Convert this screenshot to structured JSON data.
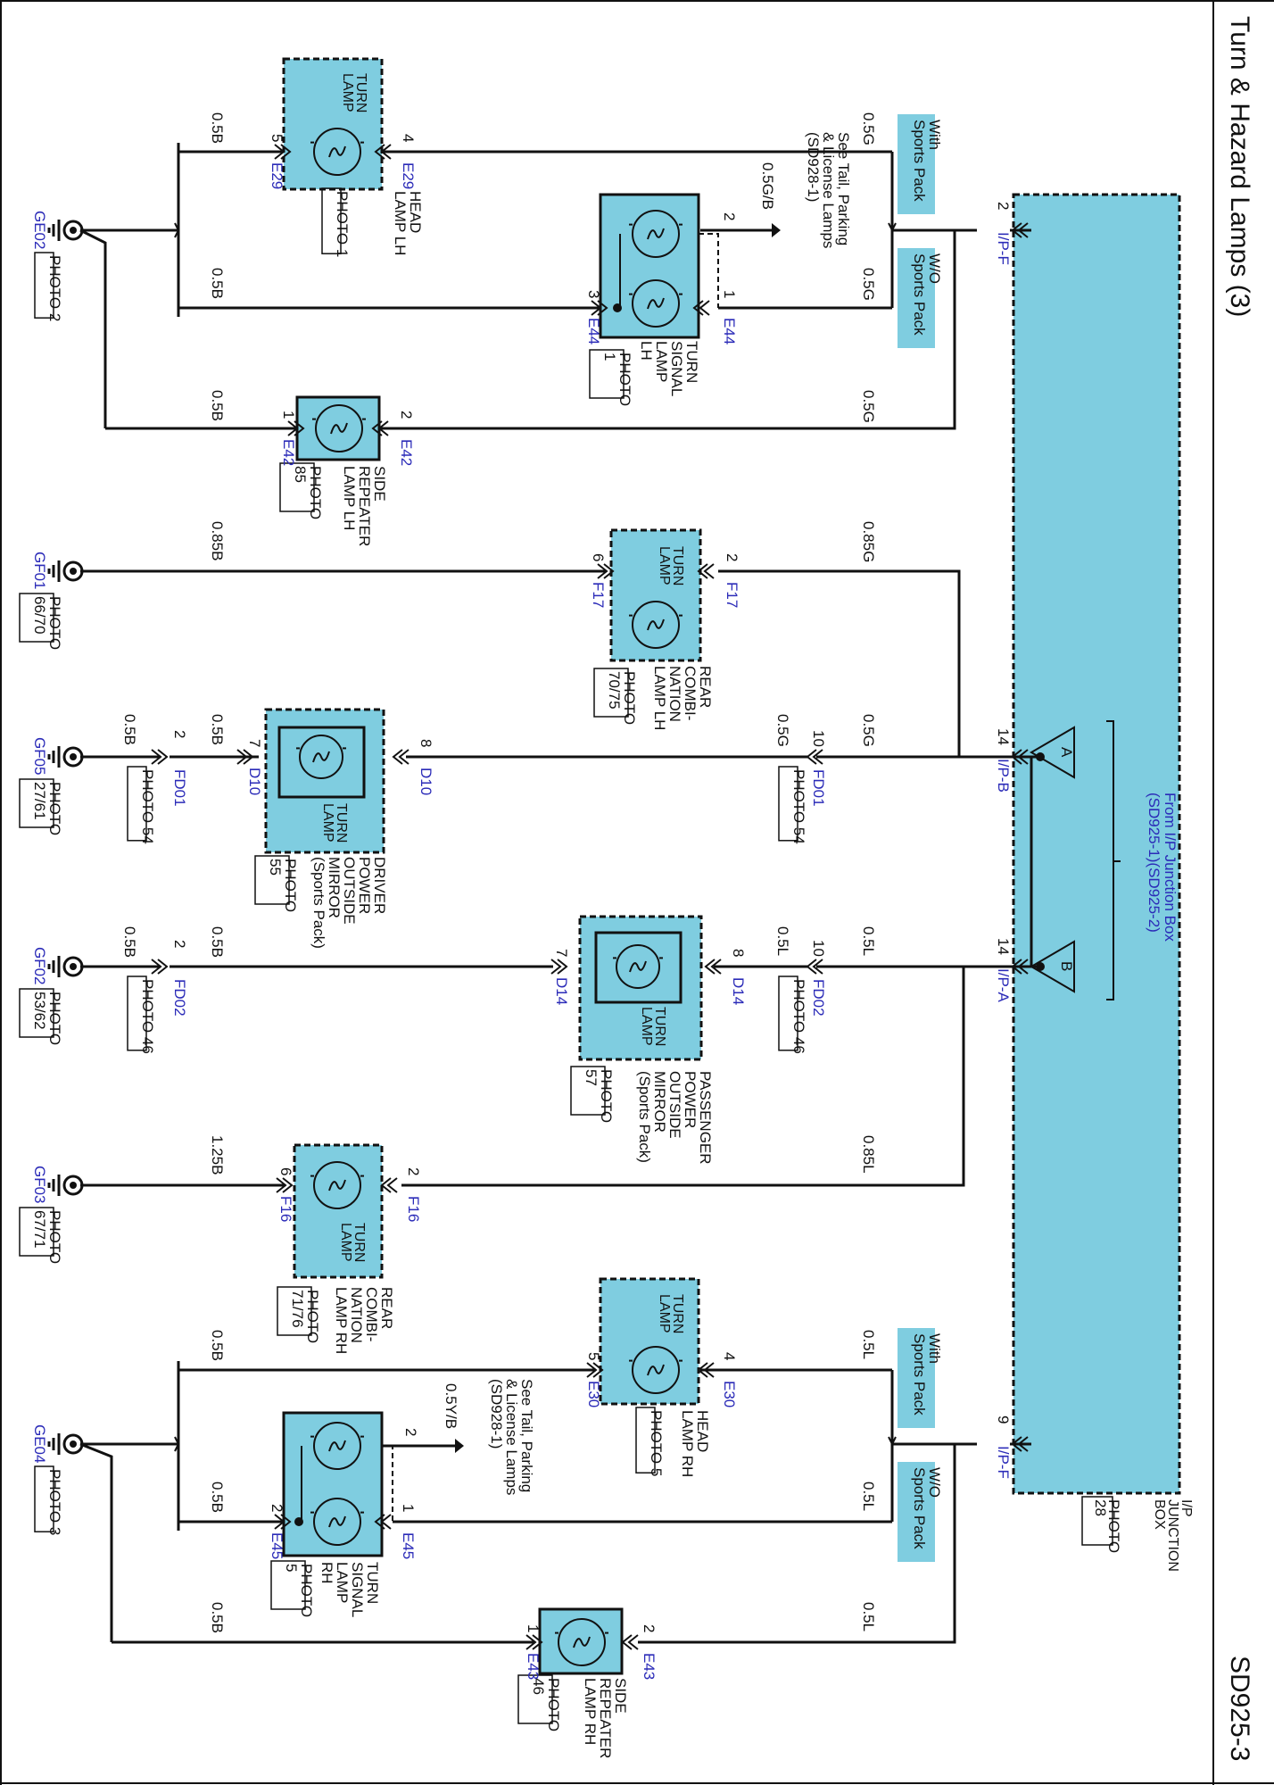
{
  "title": "Turn & Hazard Lamps (3)",
  "page_code": "SD925-3",
  "junction_box": {
    "name": [
      "I/P",
      "JUNCTION",
      "BOX"
    ],
    "photo": [
      "PHOTO",
      "28"
    ],
    "source_note": [
      "From I/P Junction Box",
      "(SD925-1)(SD925-2)"
    ],
    "markers": [
      "A",
      "B"
    ]
  },
  "pins": {
    "ipf_top": {
      "pin": "2",
      "conn": "I/P-F"
    },
    "ipb": {
      "pin": "14",
      "conn": "I/P-B"
    },
    "ipa": {
      "pin": "14",
      "conn": "I/P-A"
    },
    "ipf_bot": {
      "pin": "9",
      "conn": "I/P-F"
    }
  },
  "options": {
    "with_sports": [
      "With",
      "Sports Pack"
    ],
    "wo_sports": [
      "W/O",
      "Sports Pack"
    ]
  },
  "references": {
    "tail_lh": [
      "See Tail, Parking",
      "& License Lamps",
      "(SD928-1)"
    ],
    "tail_rh": [
      "See Tail, Parking",
      "& License Lamps",
      "(SD928-1)"
    ]
  },
  "wires": {
    "w1": "0.5G",
    "w2": "0.5B",
    "w3": "0.5G/B",
    "w4": "0.5G",
    "w5": "0.5B",
    "w6": "0.5G",
    "w7": "0.5B",
    "w8": "0.85G",
    "w9": "0.85B",
    "w10": "0.5G",
    "w11": "0.5G",
    "w12": "0.5B",
    "w13": "0.5B",
    "w14": "0.5L",
    "w15": "0.5L",
    "w16": "0.5B",
    "w17": "0.5B",
    "w18": "0.85L",
    "w19": "1.25B",
    "w20": "0.5L",
    "w21": "0.5B",
    "w22": "0.5Y/B",
    "w23": "0.5L",
    "w24": "0.5B",
    "w25": "0.5L",
    "w26": "0.5B"
  },
  "components": {
    "head_lh": {
      "name": [
        "TURN",
        "LAMP"
      ],
      "desc": [
        "HEAD",
        "LAMP LH"
      ],
      "photo": [
        "PHOTO 1"
      ],
      "conn_in": "E29",
      "pin_in": "4",
      "conn_out": "E29",
      "pin_out": "5"
    },
    "signal_lh": {
      "name": [
        "TURN",
        "SIGNAL",
        "LAMP",
        "LH"
      ],
      "photo": [
        "PHOTO",
        "1"
      ],
      "conn_in": "E44",
      "pin_in": "1",
      "pin_tail": "2",
      "conn_out": "E44",
      "pin_out": "3"
    },
    "side_lh": {
      "name": [
        "SIDE",
        "REPEATER",
        "LAMP LH"
      ],
      "photo": [
        "PHOTO",
        "85"
      ],
      "conn_in": "E42",
      "pin_in": "2",
      "conn_out": "E42",
      "pin_out": "1"
    },
    "rear_lh": {
      "name": [
        "TURN",
        "LAMP"
      ],
      "desc": [
        "REAR",
        "COMBI-",
        "NATION",
        "LAMP LH"
      ],
      "photo": [
        "PHOTO",
        "70/75"
      ],
      "conn_in": "F17",
      "pin_in": "2",
      "conn_out": "F17",
      "pin_out": "6"
    },
    "mirror_drv": {
      "name": [
        "TURN",
        "LAMP"
      ],
      "desc": [
        "DRIVER",
        "POWER",
        "OUTSIDE",
        "MIRROR",
        "(Sports Pack)"
      ],
      "photo": [
        "PHOTO",
        "55"
      ],
      "conn_in": "D10",
      "pin_in": "8",
      "conn_out": "D10",
      "pin_out": "7"
    },
    "fd01_in": {
      "conn": "FD01",
      "pin": "10",
      "photo": "PHOTO 54"
    },
    "fd01_out": {
      "conn": "FD01",
      "pin": "2",
      "photo": "PHOTO 54"
    },
    "mirror_pass": {
      "name": [
        "TURN",
        "LAMP"
      ],
      "desc": [
        "PASSENGER",
        "POWER",
        "OUTSIDE",
        "MIRROR",
        "(Sports Pack)"
      ],
      "photo": [
        "PHOTO",
        "57"
      ],
      "conn_in": "D14",
      "pin_in": "8",
      "conn_out": "D14",
      "pin_out": "7"
    },
    "fd02_in": {
      "conn": "FD02",
      "pin": "10",
      "photo": "PHOTO 46"
    },
    "fd02_out": {
      "conn": "FD02",
      "pin": "2",
      "photo": "PHOTO 46"
    },
    "rear_rh": {
      "name": [
        "TURN",
        "LAMP"
      ],
      "desc": [
        "REAR",
        "COMBI-",
        "NATION",
        "LAMP RH"
      ],
      "photo": [
        "PHOTO",
        "71/76"
      ],
      "conn_in": "F16",
      "pin_in": "2",
      "conn_out": "F16",
      "pin_out": "6"
    },
    "head_rh": {
      "name": [
        "TURN",
        "LAMP"
      ],
      "desc": [
        "HEAD",
        "LAMP RH"
      ],
      "photo": [
        "PHOTO 5"
      ],
      "conn_in": "E30",
      "pin_in": "4",
      "conn_out": "E30",
      "pin_out": "5"
    },
    "signal_rh": {
      "name": [
        "TURN",
        "SIGNAL",
        "LAMP",
        "RH"
      ],
      "photo": [
        "PHOTO",
        "5"
      ],
      "conn_in": "E45",
      "pin_in": "1",
      "pin_tail": "2",
      "conn_out": "E45",
      "pin_out": "2"
    },
    "side_rh": {
      "name": [
        "SIDE",
        "REPEATER",
        "LAMP RH"
      ],
      "photo": [
        "PHOTO",
        "46"
      ],
      "conn_in": "E43",
      "pin_in": "2",
      "conn_out": "E43",
      "pin_out": "1"
    }
  },
  "grounds": {
    "ge02": {
      "name": "GE02",
      "photo": [
        "PHOTO 2"
      ]
    },
    "gf01": {
      "name": "GF01",
      "photo": [
        "PHOTO",
        "66/70"
      ]
    },
    "gf05": {
      "name": "GF05",
      "photo": [
        "PHOTO",
        "27/61"
      ]
    },
    "gf02": {
      "name": "GF02",
      "photo": [
        "PHOTO",
        "53/62"
      ]
    },
    "gf03": {
      "name": "GF03",
      "photo": [
        "PHOTO",
        "67/71"
      ]
    },
    "ge04": {
      "name": "GE04",
      "photo": [
        "PHOTO 3"
      ]
    }
  }
}
